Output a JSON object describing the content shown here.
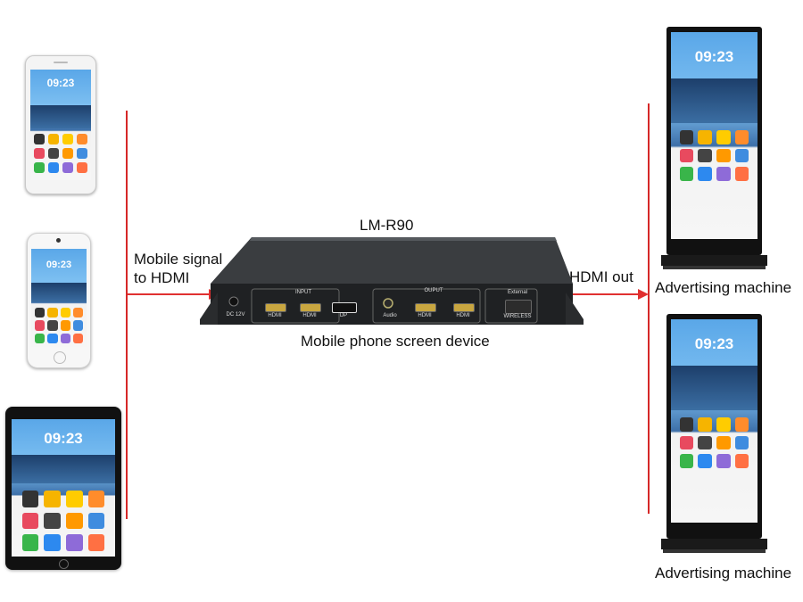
{
  "device": {
    "model": "LM-R90",
    "caption": "Mobile phone screen device",
    "input_header": "INPUT",
    "output_header": "OUPUT",
    "external_header": "External",
    "ports_in": [
      "HDMI",
      "HDMI",
      "DP"
    ],
    "ports_out": [
      "Audio",
      "HDMI",
      "HDMI"
    ],
    "wireless": "WIRELESS",
    "power": "DC 12V"
  },
  "labels": {
    "input_line1": "Mobile signal",
    "input_line2": "to HDMI",
    "output": "HDMI out",
    "ad_top": "Advertising machine",
    "ad_bottom": "Advertising machine"
  },
  "screen": {
    "time": "09:23"
  },
  "colors": {
    "line": "#d62828",
    "arrow": "#e03030",
    "device_body": "#3a3d40",
    "device_front": "#1f2123"
  }
}
